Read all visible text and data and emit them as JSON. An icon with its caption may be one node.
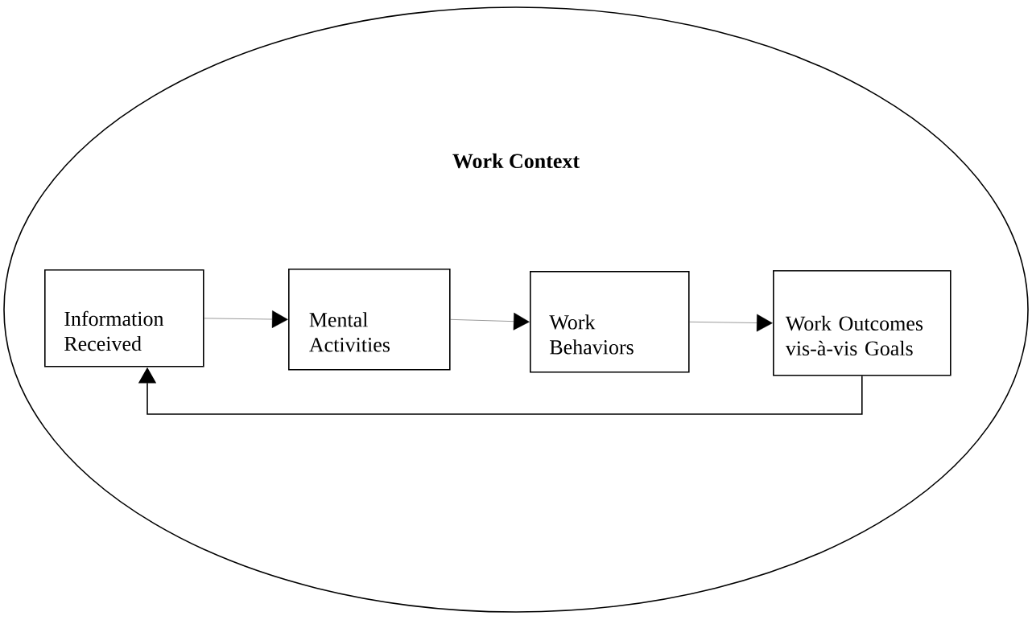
{
  "diagram": {
    "nodes": [
      {
        "text": [
          "Work Context"
        ]
      },
      {
        "text": [
          "Information Received"
        ],
        "in": 0
      },
      {
        "text": [
          "Mental Activities"
        ],
        "in": 0
      },
      {
        "text": [
          "Work Behaviors"
        ],
        "in": 0
      },
      {
        "text": [
          "Work Outcomes vis-à-vis Goals"
        ],
        "in": 0
      }
    ],
    "edges": [
      {
        "from": 1,
        "to": 2,
        "arrow": "to"
      },
      {
        "from": 2,
        "to": 3,
        "arrow": "to"
      },
      {
        "from": 3,
        "to": 4,
        "arrow": "to"
      },
      {
        "from": 4,
        "to": 1,
        "arrow": "to"
      }
    ]
  }
}
